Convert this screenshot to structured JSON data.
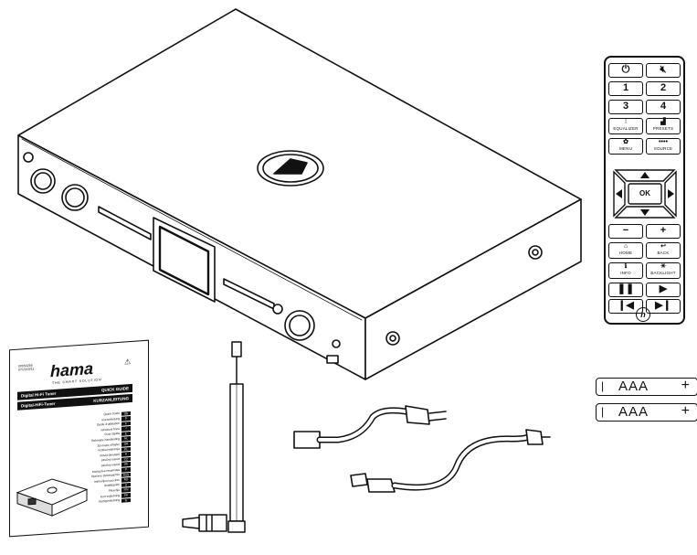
{
  "remote": {
    "keys": [
      {
        "id": "power",
        "glyph": "⏻",
        "sub": ""
      },
      {
        "id": "mute",
        "glyph": "🔇︎",
        "sub": ""
      },
      {
        "id": "num1",
        "glyph": "1",
        "sub": ""
      },
      {
        "id": "num2",
        "glyph": "2",
        "sub": ""
      },
      {
        "id": "num3",
        "glyph": "3",
        "sub": ""
      },
      {
        "id": "num4",
        "glyph": "4",
        "sub": ""
      },
      {
        "id": "equalizer",
        "glyph": "⫶",
        "sub": "EQUALIZER"
      },
      {
        "id": "presets",
        "glyph": "▟",
        "sub": "PRESETS"
      },
      {
        "id": "menu",
        "glyph": "✿",
        "sub": "MENU"
      },
      {
        "id": "source",
        "glyph": "••••",
        "sub": "SOURCE"
      },
      {
        "id": "minus",
        "glyph": "−",
        "sub": ""
      },
      {
        "id": "plus",
        "glyph": "+",
        "sub": ""
      },
      {
        "id": "home",
        "glyph": "⌂",
        "sub": "HOME"
      },
      {
        "id": "back",
        "glyph": "↩",
        "sub": "BACK"
      },
      {
        "id": "info",
        "glyph": "ℹ",
        "sub": "INFO"
      },
      {
        "id": "backlight",
        "glyph": "✳",
        "sub": "BACKLIGHT"
      },
      {
        "id": "pause",
        "glyph": "❚❚",
        "sub": ""
      },
      {
        "id": "play",
        "glyph": "▶",
        "sub": ""
      },
      {
        "id": "prev",
        "glyph": "❙◀",
        "sub": ""
      },
      {
        "id": "next",
        "glyph": "▶❙",
        "sub": ""
      }
    ],
    "ok_label": "OK",
    "logo": "h"
  },
  "batteries": [
    {
      "minus": "|",
      "label": "AAA",
      "plus": "+"
    },
    {
      "minus": "|",
      "label": "AAA",
      "plus": "+"
    }
  ],
  "guide": {
    "code": "00054256\n07/2020/11",
    "logo": "hama",
    "tagline": "THE SMART SOLUTION",
    "warn": "⚠",
    "bar1_left": "Digital Hi-Fi Tuner",
    "bar1_right": "QUICK GUIDE",
    "bar2_left": "Digital-HiFi-Tuner",
    "bar2_right": "KURZANLEITUNG",
    "languages": [
      {
        "name": "Quick Guide",
        "code": "GB"
      },
      {
        "name": "Kurzanleitung",
        "code": "D"
      },
      {
        "name": "Guide d'utilisation",
        "code": "F"
      },
      {
        "name": "Istruzioni brevi",
        "code": "I"
      },
      {
        "name": "Guía rápida",
        "code": "E"
      },
      {
        "name": "Beknopte handleiding",
        "code": "NL"
      },
      {
        "name": "Σύντομες οδηγίες",
        "code": "GR"
      },
      {
        "name": "Krótka instrukcja",
        "code": "PL"
      },
      {
        "name": "Rövid útmutató",
        "code": "H"
      },
      {
        "name": "Stručný návod",
        "code": "CZ"
      },
      {
        "name": "Stručný návod",
        "code": "SK"
      },
      {
        "name": "Instruções resumidas",
        "code": "P"
      },
      {
        "name": "Краткое руководство",
        "code": "RUS"
      },
      {
        "name": "Instrucţiuni succinte",
        "code": "RO"
      },
      {
        "name": "Snabbguide",
        "code": "S"
      },
      {
        "name": "Pikaohje",
        "code": "FIN"
      },
      {
        "name": "Kort vejledning",
        "code": "DK"
      },
      {
        "name": "Hurtigveiledning",
        "code": "N"
      }
    ]
  }
}
